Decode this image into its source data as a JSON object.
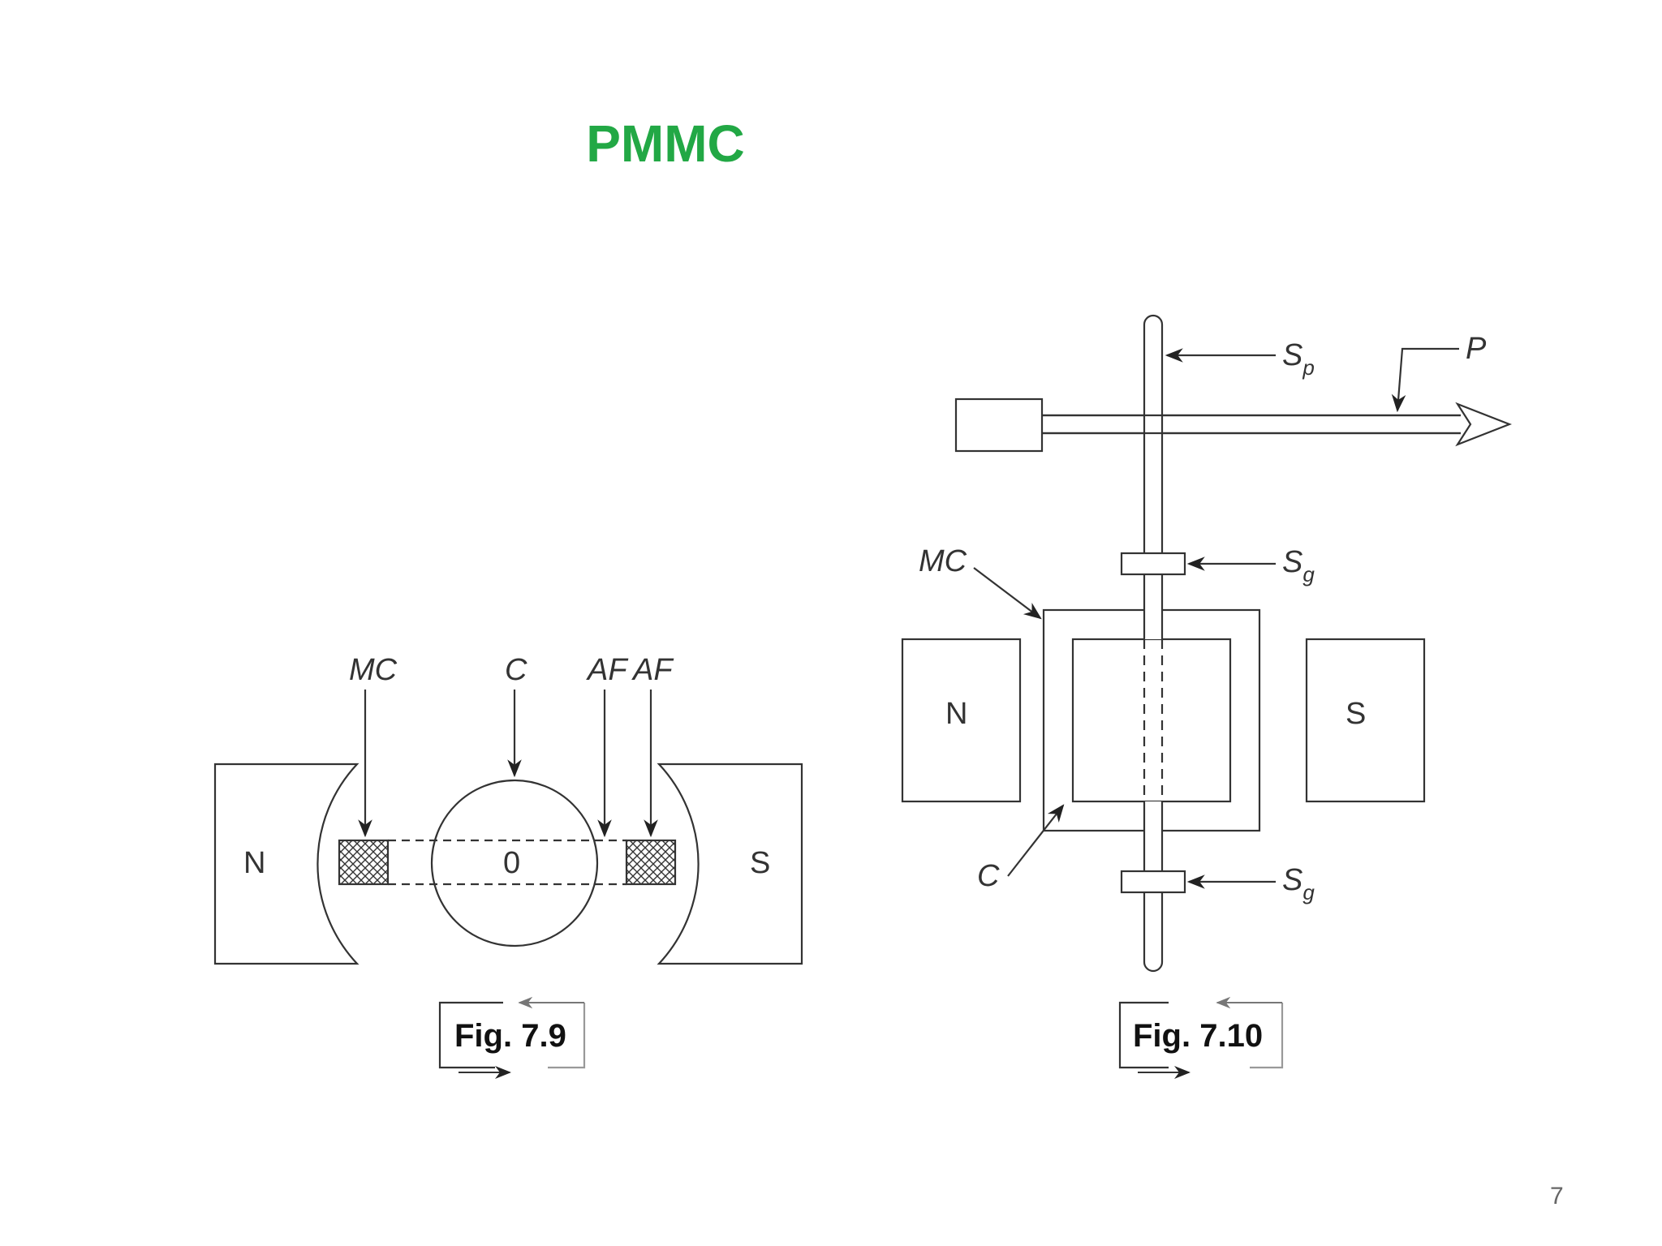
{
  "slide": {
    "title": "PMMC",
    "title_color": "#22a845",
    "page_number": "7"
  },
  "figure_1": {
    "caption": "Fig. 7.9",
    "labels": {
      "moving_coil": "MC",
      "core": "C",
      "air_gap_1": "AF",
      "air_gap_2": "AF",
      "north_pole": "N",
      "south_pole": "S",
      "center": "0"
    }
  },
  "figure_2": {
    "caption": "Fig. 7.10",
    "labels": {
      "spindle": "S",
      "spindle_sub": "p",
      "pointer": "P",
      "moving_coil": "MC",
      "core": "C",
      "spring_top": "S",
      "spring_top_sub": "g",
      "spring_bottom": "S",
      "spring_bottom_sub": "g",
      "north_pole": "N",
      "south_pole": "S"
    }
  }
}
